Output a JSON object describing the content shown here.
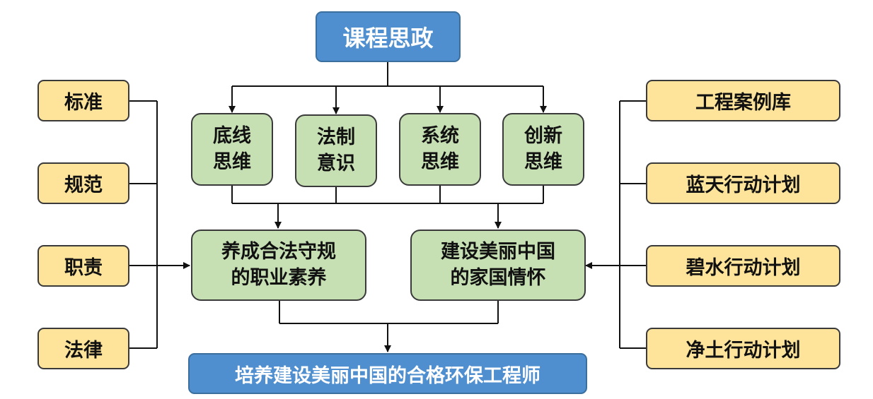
{
  "top": {
    "title": "课程思政"
  },
  "thinking": [
    {
      "label": "底线\n思维"
    },
    {
      "label": "法制\n意识"
    },
    {
      "label": "系统\n思维"
    },
    {
      "label": "创新\n思维"
    }
  ],
  "left": [
    {
      "label": "标准"
    },
    {
      "label": "规范"
    },
    {
      "label": "职责"
    },
    {
      "label": "法律"
    }
  ],
  "right": [
    {
      "label": "工程案例库"
    },
    {
      "label": "蓝天行动计划"
    },
    {
      "label": "碧水行动计划"
    },
    {
      "label": "净土行动计划"
    }
  ],
  "middle": {
    "left_goal": "养成合法守规\n的职业素养",
    "right_goal": "建设美丽中国\n的家国情怀"
  },
  "bottom": {
    "title": "培养建设美丽中国的合格环保工程师"
  },
  "colors": {
    "blue": "#4f8fcf",
    "green": "#c6e0b4",
    "yellow": "#fde49a",
    "line": "#111111"
  }
}
